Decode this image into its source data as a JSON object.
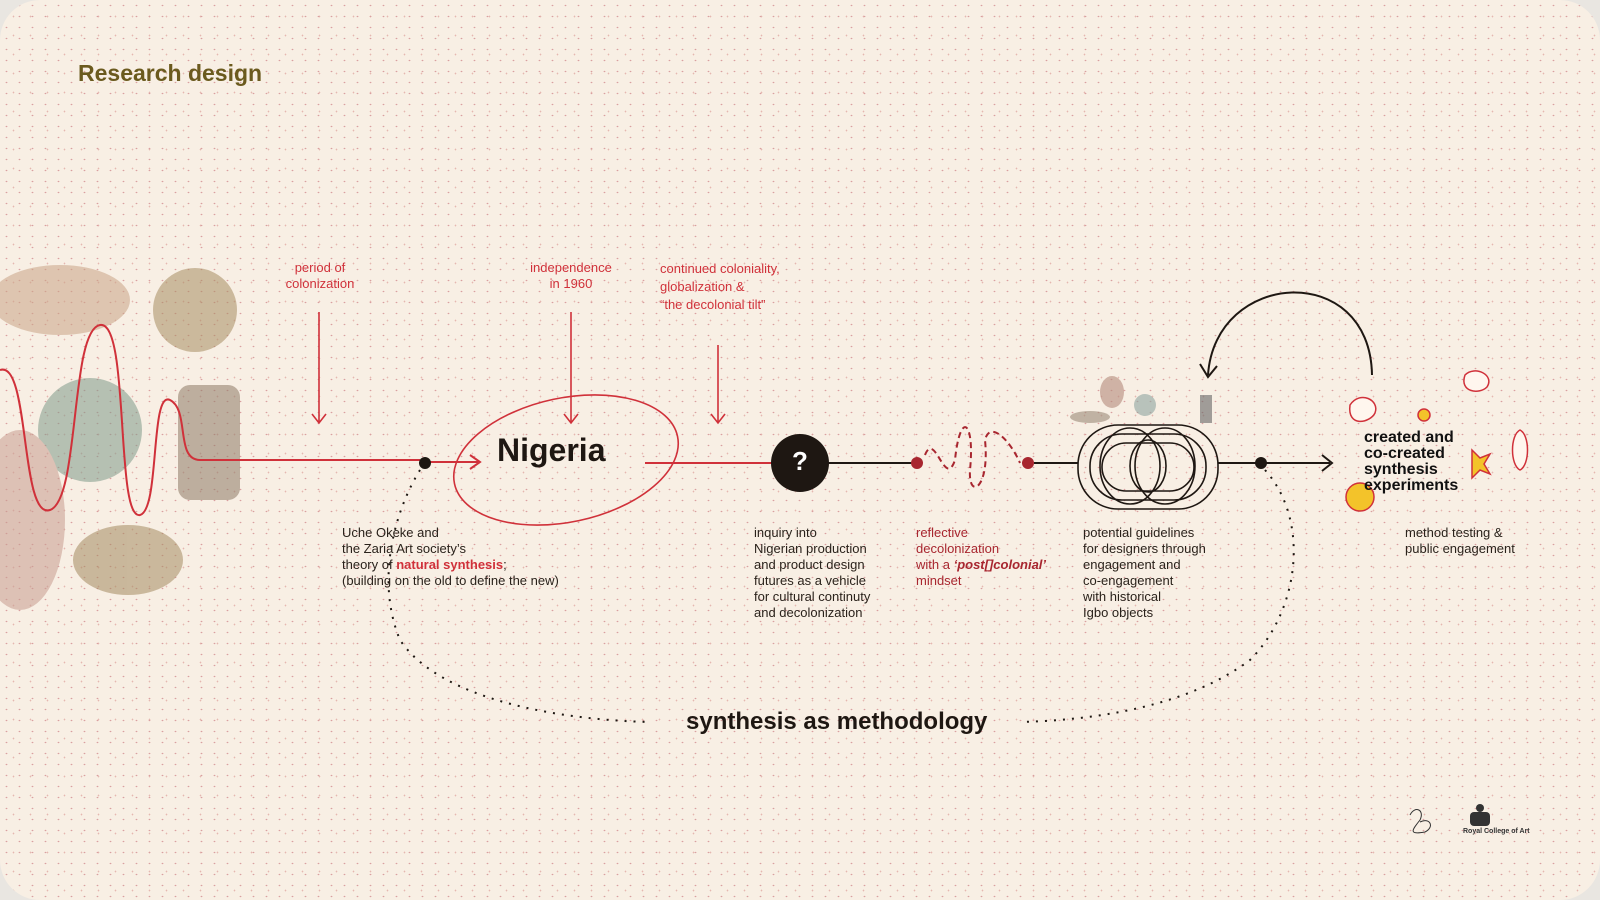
{
  "title": "Research design",
  "annotations": {
    "colonization": [
      "period of",
      "colonization"
    ],
    "independence": [
      "independence",
      "in 1960"
    ],
    "coloniality": [
      "continued coloniality,",
      "globalization &",
      "“the decolonial tilt”"
    ]
  },
  "center_label": "Nigeria",
  "question_mark": "?",
  "nodes": {
    "okeke": {
      "l1": "Uche Okeke and",
      "l2": "the Zaria Art society’s",
      "l3_pre": "theory of ",
      "l3_em": "natural synthesis",
      "l3_post": ";",
      "l4": "(building on the old to define the new)"
    },
    "inquiry": [
      "inquiry into",
      "Nigerian production",
      "and product design",
      "futures as a vehicle",
      "for cultural continuty",
      "and decolonization"
    ],
    "reflective": {
      "l1": "reflective",
      "l2": "decolonization",
      "l3_pre": "with a ",
      "l3_em": "‘post[]colonial’",
      "l4": "mindset"
    },
    "guidelines": [
      "potential guidelines",
      "for designers through",
      "engagement and",
      "co-engagement",
      "with historical",
      "Igbo objects"
    ],
    "method": [
      "method testing &",
      "public engagement"
    ]
  },
  "created": [
    "created and",
    "co-created",
    "synthesis",
    "experiments"
  ],
  "synthesis_label": "synthesis as methodology",
  "logos": {
    "signature": "signature-mark",
    "rca": "Royal College of Art"
  },
  "colors": {
    "red": "#d0313a",
    "dark": "#1e1712",
    "title": "#6b5a1e",
    "bg": "#f8efe4"
  }
}
